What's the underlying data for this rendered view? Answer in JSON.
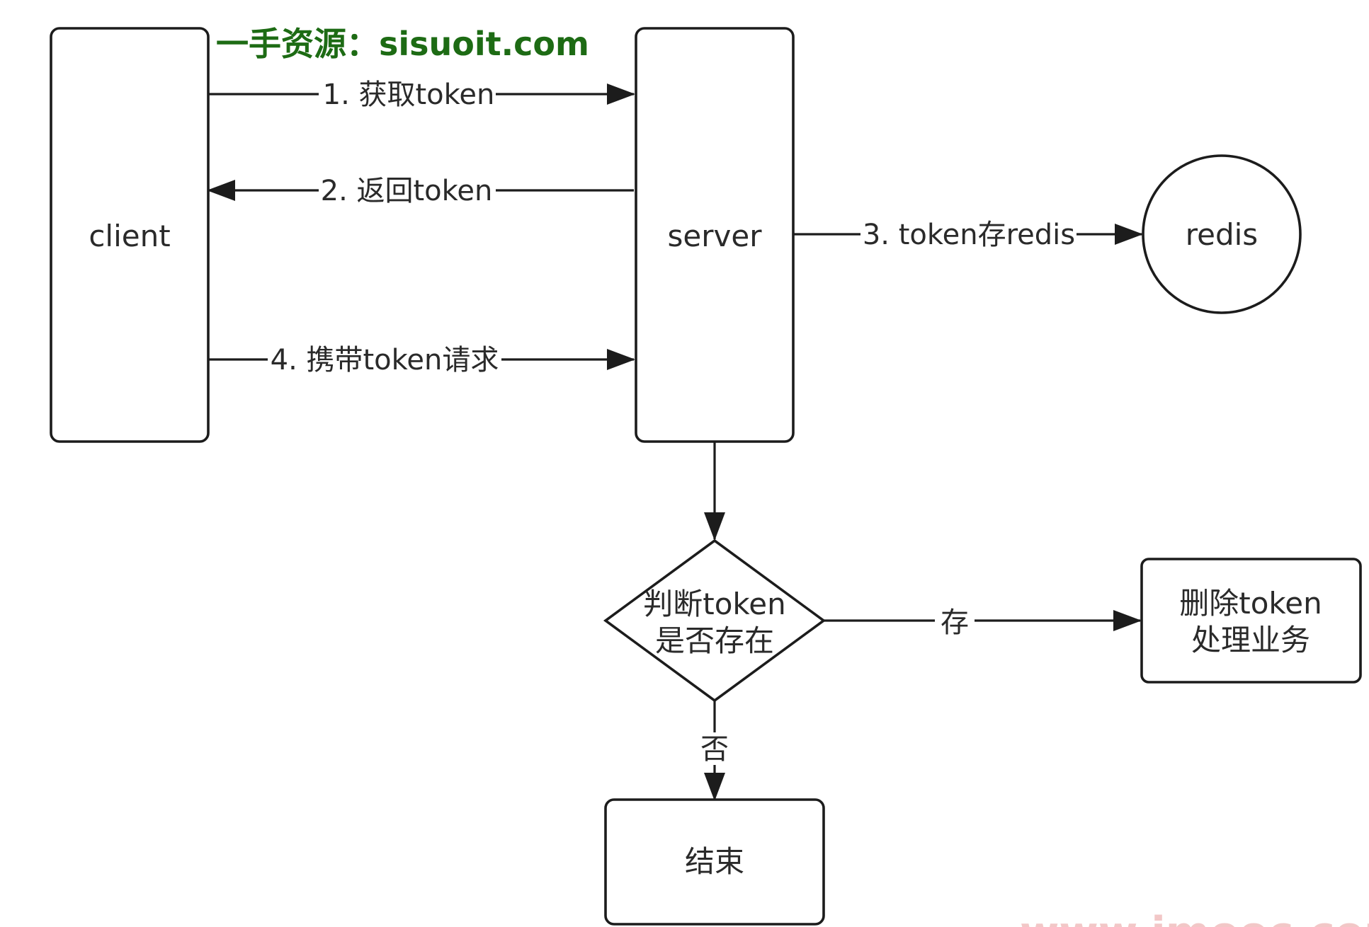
{
  "watermark": {
    "text": "一手资源：sisuoit.com",
    "color": "#1d6b14",
    "bottom_text": "www.imooc.com",
    "bottom_color": "#f2c7c7"
  },
  "nodes": {
    "client": "client",
    "server": "server",
    "redis": "redis",
    "decision": [
      "判断token",
      "是否存在"
    ],
    "action": [
      "删除token",
      "处理业务"
    ],
    "end": "结束"
  },
  "edges": {
    "get_token": "1. 获取token",
    "return_token": "2. 返回token",
    "store_redis": "3. token存redis",
    "request_with_token": "4. 携带token请求",
    "exists_yes": "存",
    "exists_no": "否"
  },
  "colors": {
    "stroke": "#1c1c1c",
    "text": "#2a2a2a",
    "background": "#ffffff"
  }
}
